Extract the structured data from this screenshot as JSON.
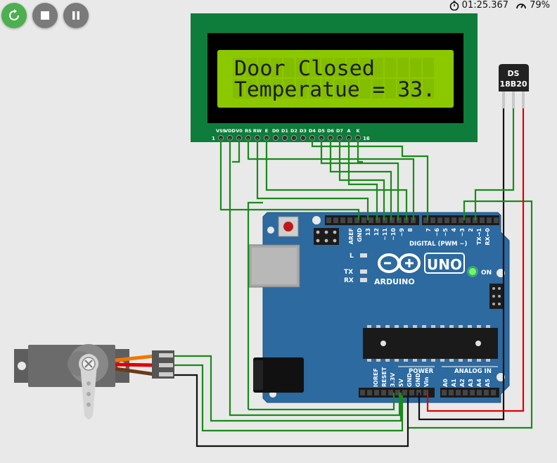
{
  "toolbar": {
    "restart_label": "Restart simulation",
    "stop_label": "Stop simulation",
    "pause_label": "Pause simulation",
    "restart_color": "#4caf50",
    "button_color": "#7a7a7a"
  },
  "status": {
    "elapsed_time": "01:25.367",
    "speed": "79%",
    "timer_icon": "stopwatch-icon",
    "speed_icon": "speedometer-icon"
  },
  "lcd": {
    "line1": "Door Closed",
    "line2": "Temperatue = 33.",
    "pin_labels": [
      "VSS",
      "VDD",
      "V0",
      "RS",
      "RW",
      "E",
      "D0",
      "D1",
      "D2",
      "D3",
      "D4",
      "D5",
      "D6",
      "D7",
      "A",
      "K"
    ],
    "pin_first": "1",
    "pin_last": "16",
    "background_color": "#0e7c3a",
    "screen_color": "#8cc800"
  },
  "sensor": {
    "label_line1": "DS",
    "label_line2": "18B20"
  },
  "arduino": {
    "brand": "ARDUINO",
    "model": "UNO",
    "on_label": "ON",
    "l_label": "L",
    "tx_label": "TX",
    "rx_label": "RX",
    "digital_label": "DIGITAL (PWM ~)",
    "power_label": "POWER",
    "analog_label": "ANALOG IN",
    "digital_pins_left": [
      "AREF",
      "GND",
      "13",
      "12",
      "~11",
      "~10",
      "~9",
      "8"
    ],
    "digital_pins_right": [
      "7",
      "~6",
      "~5",
      "4",
      "~3",
      "2",
      "TX→1",
      "RX←0"
    ],
    "power_pins": [
      "IOREF",
      "RESET",
      "3.3V",
      "5V",
      "GND",
      "GND",
      "Vin"
    ],
    "analog_pins": [
      "A0",
      "A1",
      "A2",
      "A3",
      "A4",
      "A5"
    ],
    "board_color": "#2c6aa0"
  },
  "servo": {
    "name": "servo-motor"
  },
  "wires": {
    "green": "#1a8a1a",
    "red": "#e00000",
    "black": "#111111",
    "orange": "#f07800"
  }
}
